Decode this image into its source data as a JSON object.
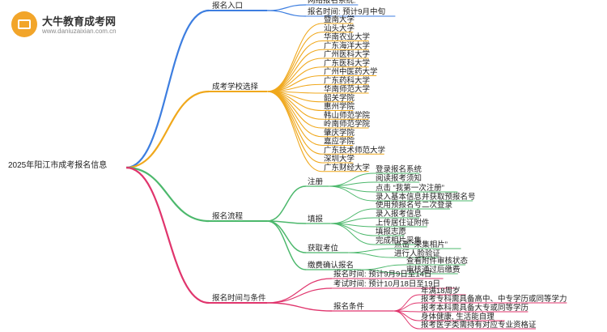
{
  "logo": {
    "name": "大牛教育成考网",
    "url": "www.daniuzaixian.com.cn"
  },
  "root": "2025年阳江市成考报名信息",
  "colors": {
    "blue": "#3d7ee0",
    "orange": "#f0a81c",
    "green": "#4cb86c",
    "pink": "#e0356d",
    "text": "#222222"
  },
  "branches": [
    {
      "key": "entry",
      "label": "报名入口",
      "color": "blue",
      "children": [
        "网络报名系统:",
        "报名时间: 预计9月中旬"
      ]
    },
    {
      "key": "schools",
      "label": "成考学校选择",
      "color": "orange",
      "children": [
        "暨南大学",
        "汕头大学",
        "华南农业大学",
        "广东海洋大学",
        "广州医科大学",
        "广东医科大学",
        "广州中医药大学",
        "广东药科大学",
        "华南师范大学",
        "韶关学院",
        "惠州学院",
        "韩山师范学院",
        "岭南师范学院",
        "肇庆学院",
        "嘉应学院",
        "广东技术师范大学",
        "深圳大学",
        "广东财经大学"
      ]
    },
    {
      "key": "process",
      "label": "报名流程",
      "color": "green",
      "groups": [
        {
          "label": "注册",
          "items": [
            "登录报名系统",
            "阅读报考须知",
            "点击 “我第一次注册”",
            "录入基本信息并获取预报名号"
          ]
        },
        {
          "label": "填报",
          "items": [
            "使用预报名号二次登录",
            "录入报考信息",
            "上传居住证附件",
            "填报志愿",
            "完成相片采集"
          ]
        },
        {
          "label": "获取考位",
          "items": [
            "点击 “采集相片”",
            "进行人脸验证"
          ]
        },
        {
          "label": "缴费确认报名",
          "items": [
            "查看附件审核状态",
            "审核通过后缴费"
          ]
        }
      ]
    },
    {
      "key": "conditions",
      "label": "报名时间与条件",
      "color": "pink",
      "children": [
        "报名时间: 预计9月9日至14日",
        "考试时间: 预计10月18日至19日"
      ],
      "group": {
        "label": "报名条件",
        "items": [
          "年满18周岁",
          "报考专科需具备高中、中专学历或同等学力",
          "报考本科需具备大专或同等学历",
          "身体健康, 生活能自理",
          "报考医学类需持有对应专业资格证"
        ]
      }
    }
  ]
}
